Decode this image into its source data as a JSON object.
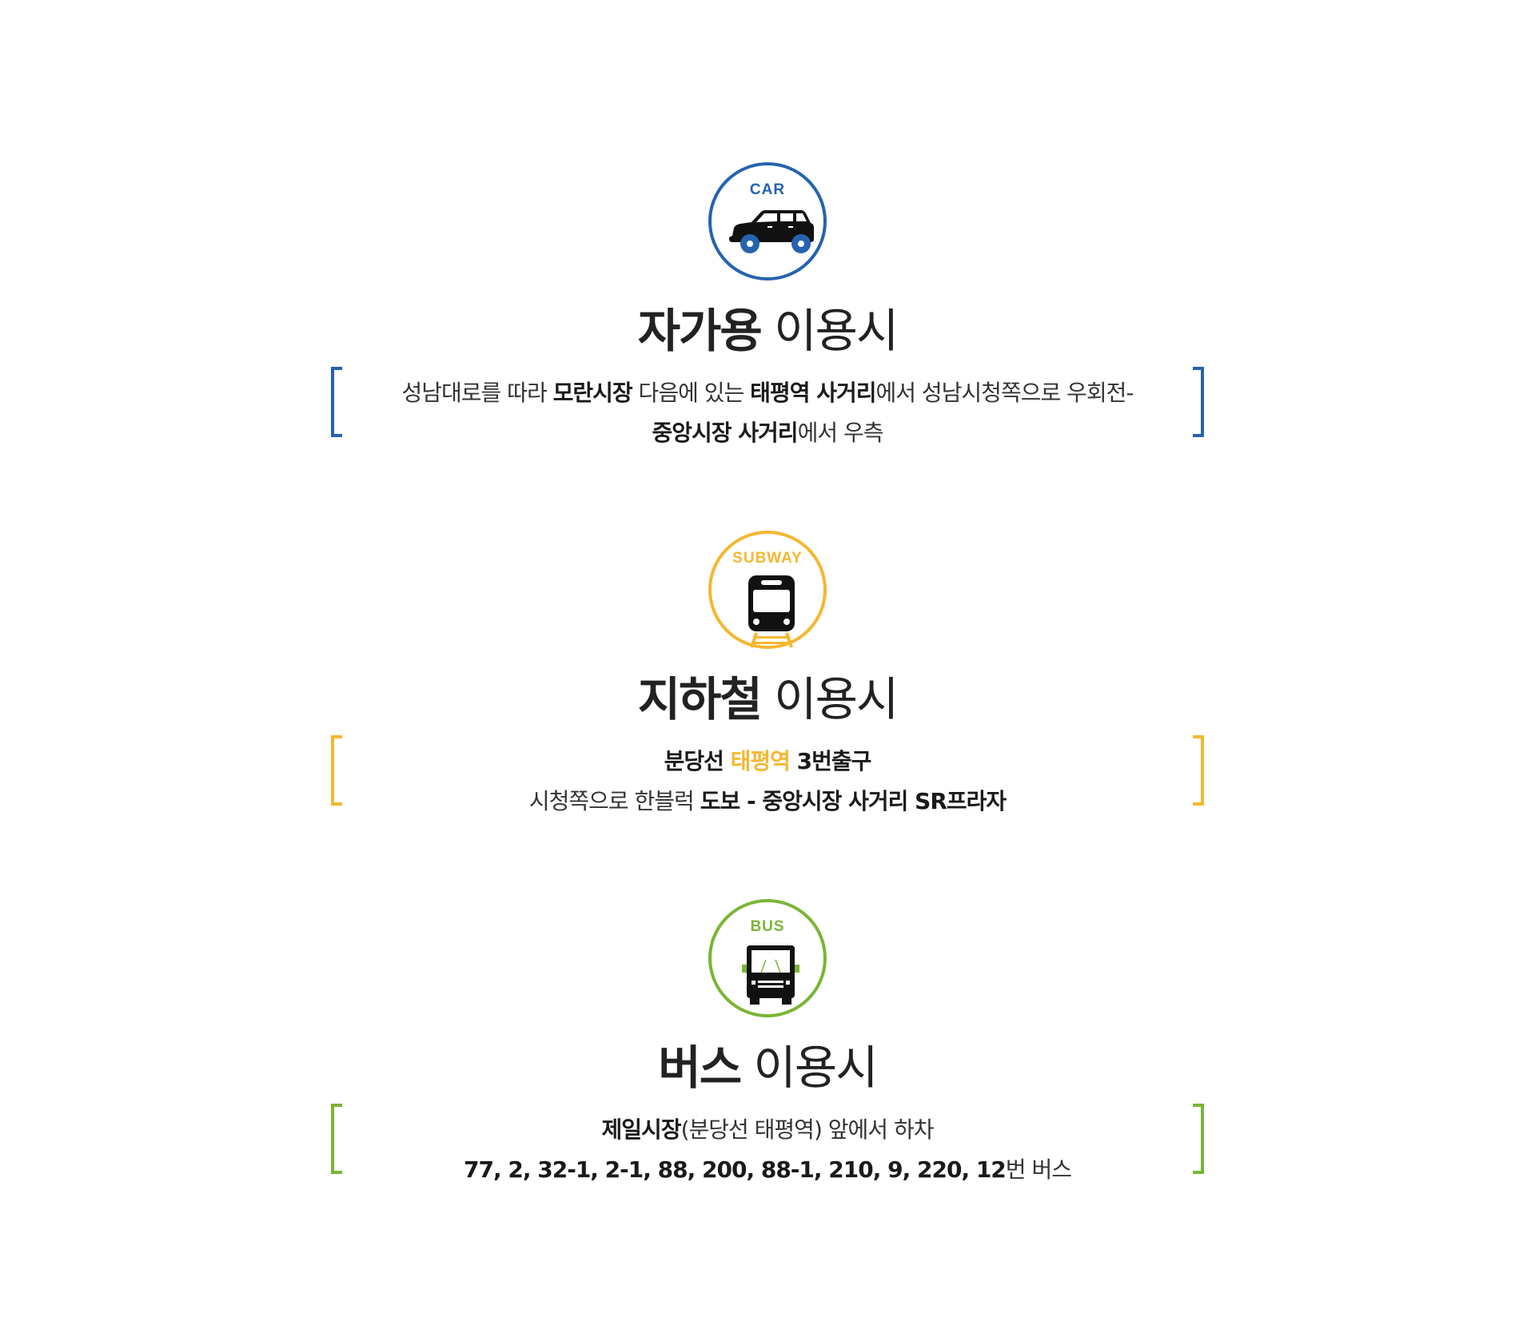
{
  "colors": {
    "car": "#2563b0",
    "subway": "#f5b731",
    "bus": "#7ab536",
    "text": "#222222"
  },
  "sections": [
    {
      "id": "car",
      "badge_label": "CAR",
      "icon": "car-icon",
      "title_strong": "자가용",
      "title_light": "이용시",
      "lines": [
        [
          {
            "text": "성남대로를 따라 ",
            "bold": false
          },
          {
            "text": "모란시장",
            "bold": true
          },
          {
            "text": " 다음에 있는 ",
            "bold": false
          },
          {
            "text": "태평역 사거리",
            "bold": true
          },
          {
            "text": "에서 성남시청쪽으로 우회전-",
            "bold": false
          }
        ],
        [
          {
            "text": "중앙시장 사거리",
            "bold": true
          },
          {
            "text": "에서 우측",
            "bold": false
          }
        ]
      ]
    },
    {
      "id": "subway",
      "badge_label": "SUBWAY",
      "icon": "subway-train-icon",
      "title_strong": "지하철",
      "title_light": "이용시",
      "lines": [
        [
          {
            "text": "분당선 ",
            "bold": true
          },
          {
            "text": "태평역",
            "bold": true,
            "accent": true
          },
          {
            "text": " 3번출구",
            "bold": true
          }
        ],
        [
          {
            "text": "시청쪽으로 한블럭 ",
            "bold": false
          },
          {
            "text": "도보 - 중앙시장 사거리 SR프라자",
            "bold": true
          }
        ]
      ]
    },
    {
      "id": "bus",
      "badge_label": "BUS",
      "icon": "bus-icon",
      "title_strong": "버스",
      "title_light": "이용시",
      "lines": [
        [
          {
            "text": "제일시장",
            "bold": true
          },
          {
            "text": "(분당선 태평역) 앞에서 하차",
            "bold": false
          }
        ],
        [
          {
            "text": "77, 2, 32-1, 2-1, 88, 200, 88-1, 210, 9, 220, 12",
            "bold": true
          },
          {
            "text": "번 버스",
            "bold": false
          }
        ]
      ]
    }
  ]
}
